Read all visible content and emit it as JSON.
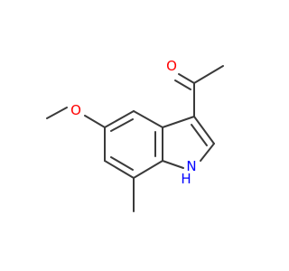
{
  "molecule": {
    "atoms": {
      "carbonyl_oxygen": {
        "symbol": "O",
        "color": "#ff0000"
      },
      "methoxy_oxygen": {
        "symbol": "O",
        "color": "#ff0000"
      },
      "nitrogen": {
        "symbol": "N",
        "color": "#0000ff"
      },
      "nitrogen_hydrogen": {
        "symbol": "H",
        "color": "#0000ff"
      }
    },
    "bond_color": "#3a3a3a"
  }
}
